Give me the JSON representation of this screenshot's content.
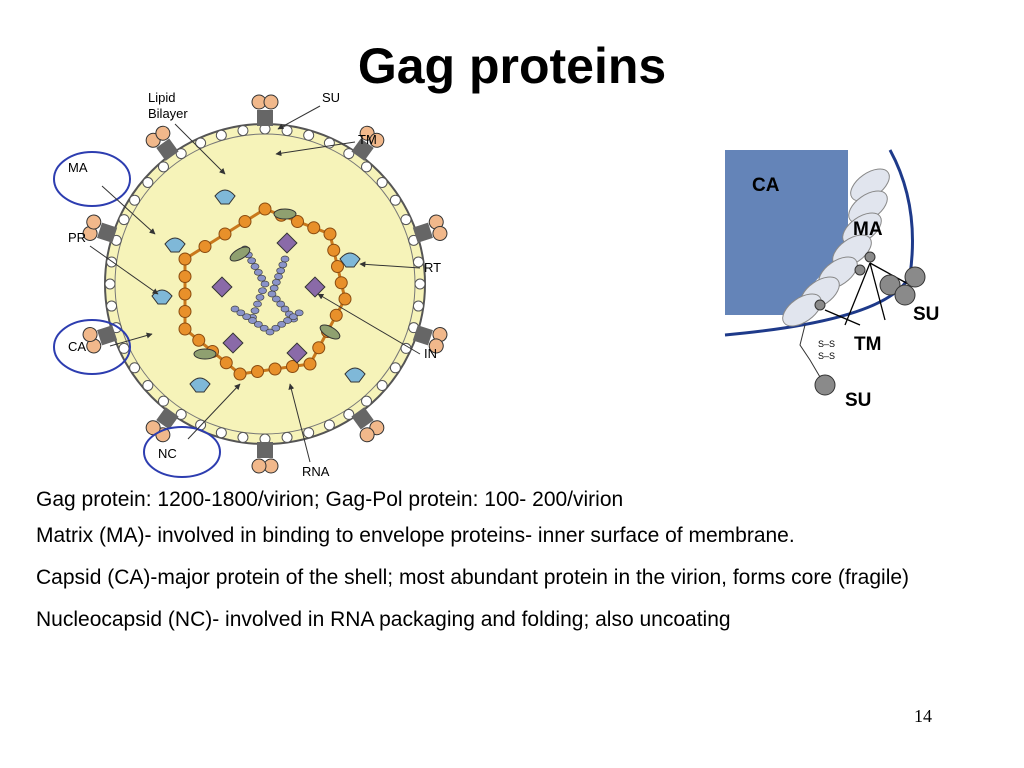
{
  "slide": {
    "title": "Gag proteins",
    "page_number": "14"
  },
  "left_diagram": {
    "labels": {
      "lipid_line1": "Lipid",
      "lipid_line2": "Bilayer",
      "su": "SU",
      "tm": "TM",
      "ma": "MA",
      "pr": "PR",
      "ca": "CA",
      "nc": "NC",
      "rna": "RNA",
      "rt": "RT",
      "in": "IN"
    },
    "colors": {
      "cytoplasm": "#f6f3b9",
      "membrane_beads": "#ffffff",
      "capsid_beads": "#e8902a",
      "circle_highlight": "#2d3db0",
      "integrase": "#8a6aa8",
      "rt": "#7fb8d8",
      "nc": "#8a93c9",
      "env": "#f1b88b"
    }
  },
  "right_diagram": {
    "labels": {
      "ca": "CA",
      "ma": "MA",
      "su_top": "SU",
      "tm": "TM",
      "su_bottom": "SU",
      "ss_1": "S–S",
      "ss_2": "S–S"
    },
    "colors": {
      "capsid_block": "#6484b8",
      "membrane": "#1e3a8a",
      "matrix": "#e1e5ee",
      "env_knob": "#8a8a8a"
    }
  },
  "text": {
    "line1": "Gag protein: 1200-1800/virion; Gag-Pol protein: 100- 200/virion",
    "line2": "Matrix (MA)- involved in binding to envelope proteins- inner surface of membrane.",
    "line3": "Capsid (CA)-major protein of the shell; most abundant protein in the virion, forms core (fragile)",
    "line4": "Nucleocapsid (NC)- involved in RNA packaging and folding; also uncoating"
  }
}
